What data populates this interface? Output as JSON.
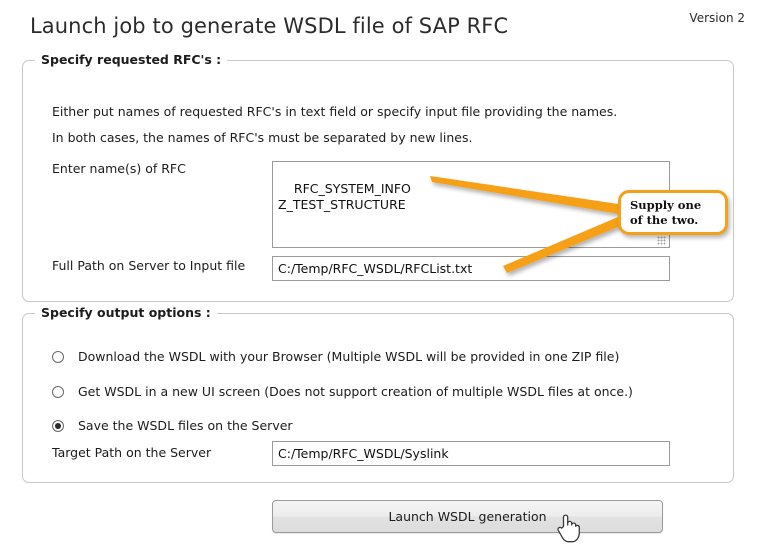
{
  "header": {
    "title": "Launch job to generate WSDL file of SAP RFC",
    "version": "Version 2"
  },
  "rfc_section": {
    "legend": "Specify requested RFC's :",
    "info_line_1": "Either put names of requested RFC's in text field or specify input file providing the names.",
    "info_line_2": "In both cases, the names of RFC's must be separated by new lines.",
    "rfc_names_label": "Enter name(s) of RFC",
    "rfc_names_value": "RFC_SYSTEM_INFO\nZ_TEST_STRUCTURE",
    "input_file_label": "Full Path on Server to Input file",
    "input_file_value": "C:/Temp/RFC_WSDL/RFCList.txt"
  },
  "output_section": {
    "legend": "Specify output options :",
    "options": [
      {
        "label": "Download the WSDL with your Browser (Multiple WSDL will be provided in one ZIP file)",
        "selected": false
      },
      {
        "label": "Get WSDL in a new UI screen (Does not support creation of multiple WSDL files at once.)",
        "selected": false
      },
      {
        "label": "Save the WSDL files on the Server",
        "selected": true
      }
    ],
    "target_path_label": "Target Path on the Server",
    "target_path_value": "C:/Temp/RFC_WSDL/Syslink"
  },
  "footer": {
    "launch_label": "Launch WSDL generation"
  },
  "annotation": {
    "callout_line_1": "Supply one",
    "callout_line_2": "of the two.",
    "accent_color": "#F5A019"
  }
}
